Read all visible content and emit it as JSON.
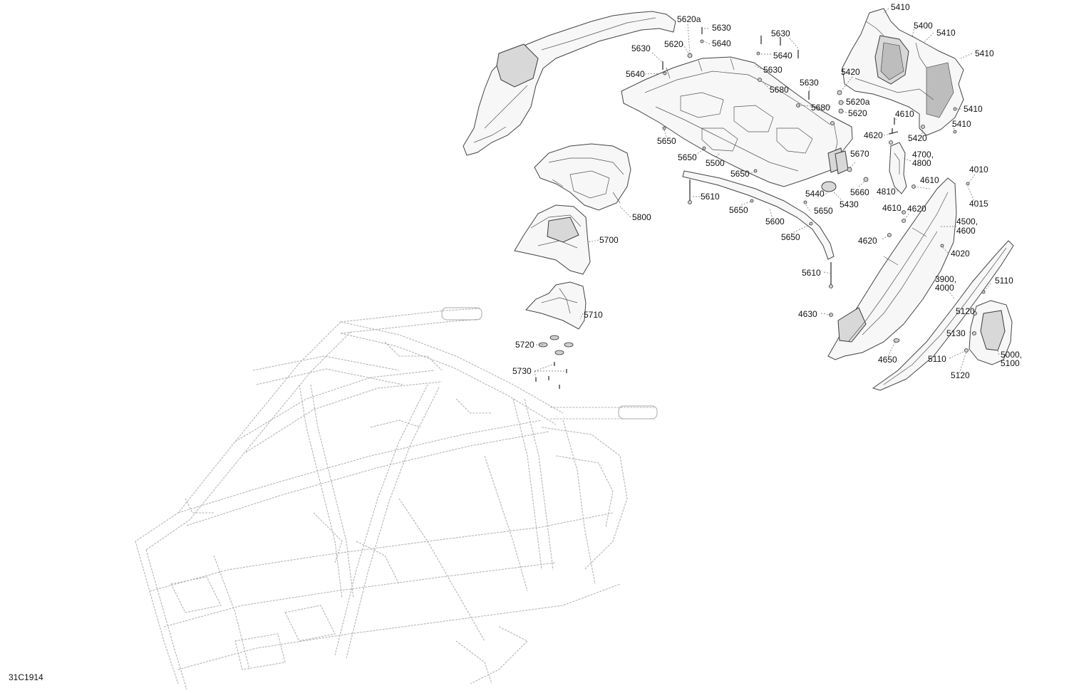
{
  "drawing_id": "31C1914",
  "part_labels": [
    "5620a",
    "5630",
    "5640",
    "5620",
    "5630",
    "5640",
    "5630",
    "5640",
    "5630",
    "5410",
    "5400",
    "5410",
    "5410",
    "5420",
    "5630",
    "5680",
    "5620a",
    "5680",
    "5620",
    "5410",
    "4610",
    "4620",
    "5420",
    "5410",
    "5650",
    "5650",
    "5500",
    "5670",
    "4700,",
    "4800",
    "4010",
    "5650",
    "5610",
    "5440",
    "5660",
    "4810",
    "4610",
    "4015",
    "5800",
    "5650",
    "5430",
    "4610",
    "4620",
    "5650",
    "5600",
    "4500,",
    "4600",
    "5700",
    "5650",
    "4620",
    "4020",
    "5610",
    "3900,",
    "4000",
    "5110",
    "5710",
    "4630",
    "5120",
    "5130",
    "4650",
    "5720",
    "5000,",
    "5100",
    "5110",
    "5120",
    "5730"
  ]
}
